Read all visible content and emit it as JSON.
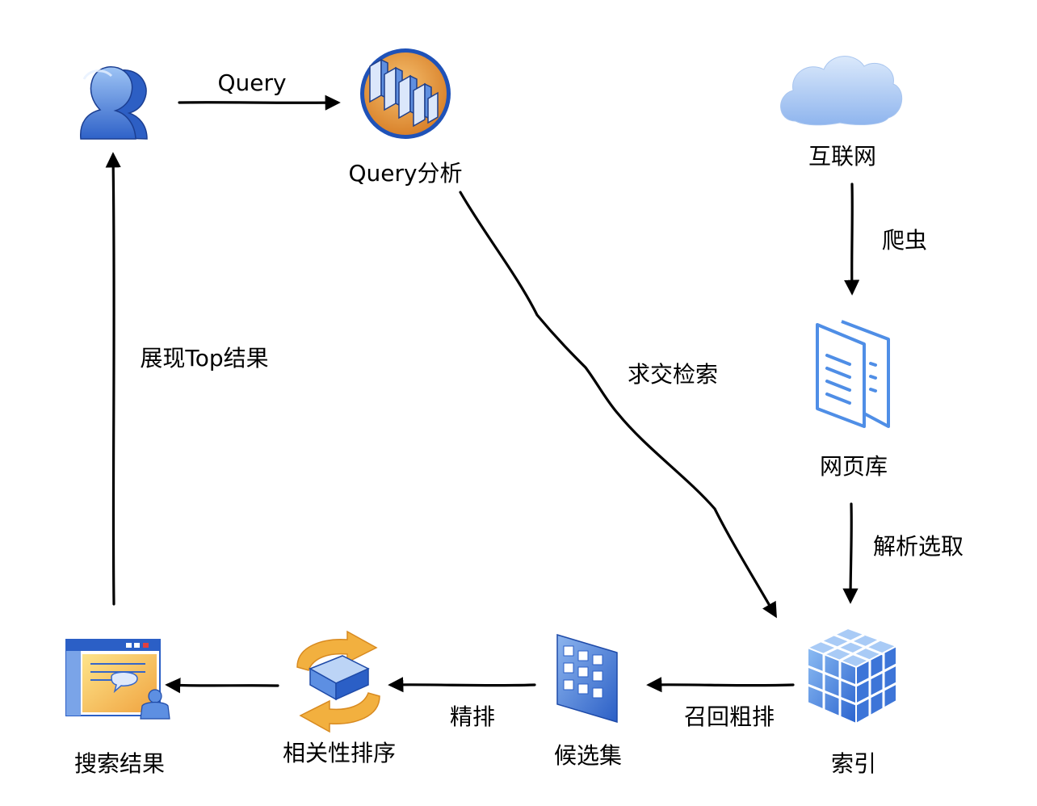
{
  "nodes": {
    "user": {
      "icon": "users-icon"
    },
    "query_analysis": {
      "label": "Query分析",
      "icon": "server-rack-icon"
    },
    "internet": {
      "label": "互联网",
      "icon": "cloud-icon"
    },
    "web_library": {
      "label": "网页库",
      "icon": "documents-icon"
    },
    "index": {
      "label": "索引",
      "icon": "cube-icon"
    },
    "candidate_set": {
      "label": "候选集",
      "icon": "grid-panel-icon"
    },
    "relevance_ranking": {
      "label": "相关性排序",
      "icon": "sync-device-icon"
    },
    "search_results": {
      "label": "搜索结果",
      "icon": "browser-window-icon"
    }
  },
  "edges": {
    "query": {
      "from": "user",
      "to": "query_analysis",
      "label": "Query"
    },
    "crawler": {
      "from": "internet",
      "to": "web_library",
      "label": "爬虫"
    },
    "parse_select": {
      "from": "web_library",
      "to": "index",
      "label": "解析选取"
    },
    "intersect_retrieval": {
      "from": "query_analysis",
      "to": "index",
      "label": "求交检索"
    },
    "recall_coarse": {
      "from": "index",
      "to": "candidate_set",
      "label": "召回粗排"
    },
    "fine_ranking": {
      "from": "candidate_set",
      "to": "relevance_ranking",
      "label": "精排"
    },
    "to_results": {
      "from": "relevance_ranking",
      "to": "search_results",
      "label": ""
    },
    "show_top": {
      "from": "search_results",
      "to": "user",
      "label": "展现Top结果"
    }
  },
  "colors": {
    "accent_blue": "#3d7be0",
    "accent_orange": "#e89a3a",
    "line": "#000000"
  }
}
